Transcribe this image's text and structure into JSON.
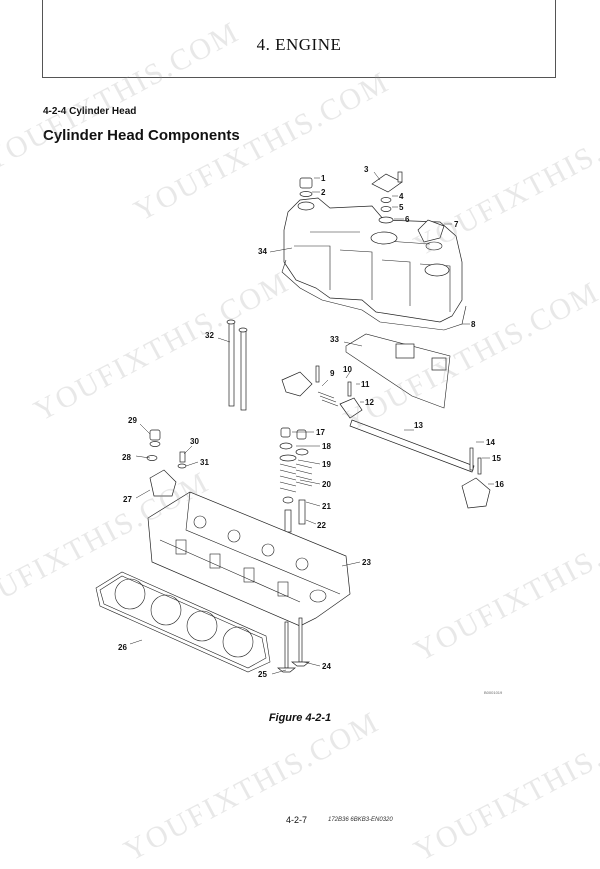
{
  "header": {
    "title": "4. ENGINE"
  },
  "section": {
    "number": "4-2-4  Cylinder Head",
    "title": "Cylinder Head Components"
  },
  "figure": {
    "caption": "Figure 4-2-1",
    "code": "B0001019",
    "callouts": [
      "1",
      "2",
      "3",
      "4",
      "5",
      "6",
      "7",
      "8",
      "9",
      "10",
      "11",
      "12",
      "13",
      "14",
      "15",
      "16",
      "17",
      "18",
      "19",
      "20",
      "21",
      "22",
      "23",
      "24",
      "25",
      "26",
      "27",
      "28",
      "29",
      "30",
      "31",
      "32",
      "33",
      "34"
    ]
  },
  "footer": {
    "page_number": "4-2-7",
    "doc_code": "172B36  6BKB3-EN0320"
  },
  "watermark": {
    "text": "YOUFIXTHIS.COM"
  }
}
